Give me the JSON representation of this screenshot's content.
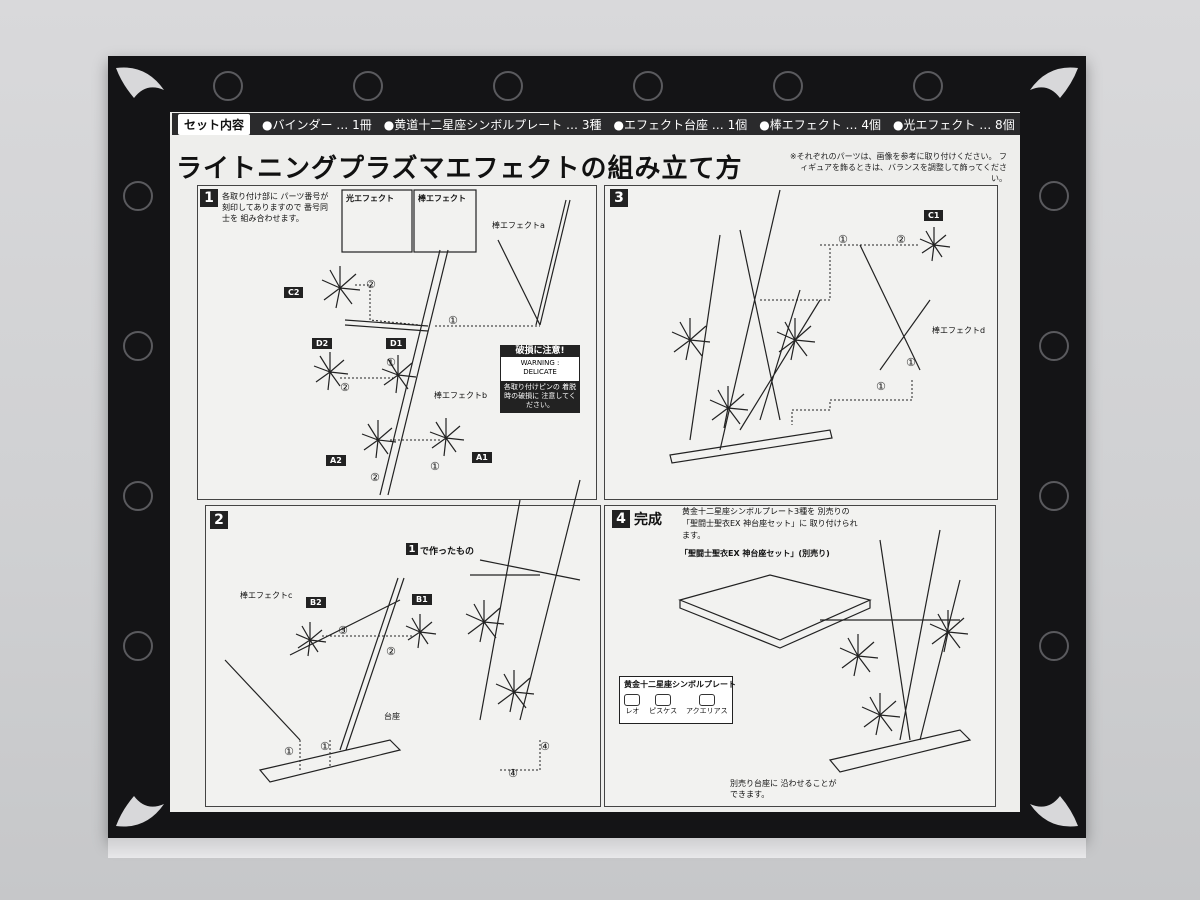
{
  "set_contents": {
    "label": "セット内容",
    "items": "●バインダー … 1冊　●黄道十二星座シンボルプレート … 3種　●エフェクト台座 … 1個　●棒エフェクト … 4個　●光エフェクト … 8個"
  },
  "title": "ライトニングプラズマエフェクトの組み立て方",
  "note": "※それぞれのパーツは、画像を参考に取り付けください。 フィギュアを飾るときは、バランスを調整して飾ってください。",
  "step1": {
    "number": "1",
    "instruction": "各取り付け部に パーツ番号が 刻印してありますので 番号同士を 組み合わせます。",
    "legend_light": "光エフェクト",
    "legend_rod": "棒エフェクト",
    "rod_a": "棒エフェクトa",
    "rod_b": "棒エフェクトb",
    "parts": [
      "C2",
      "D2",
      "D1",
      "A2",
      "A1"
    ],
    "warning_title": "破損に注意!",
    "warning_en": "WARNING : DELICATE",
    "warning_body": "各取り付けピンの 着脱時の破損に 注意してください。"
  },
  "step2": {
    "number": "2",
    "made_in_1": "で作ったもの",
    "made_num": "1",
    "rod_c": "棒エフェクトc",
    "parts": [
      "B2",
      "B1"
    ],
    "base": "台座"
  },
  "step3": {
    "number": "3",
    "rod_d": "棒エフェクトd",
    "parts": [
      "C1"
    ]
  },
  "step4": {
    "number": "4",
    "heading": "完成",
    "text": "黄金十二星座シンボルプレート3種を 別売りの「聖闘士聖衣EX 神台座セット」に 取り付けられます。",
    "stand_label": "「聖闘士聖衣EX 神台座セット」(別売り)",
    "plates_label": "黄金十二星座シンボルプレート",
    "plates": [
      "レオ",
      "ピスケス",
      "アクエリアス"
    ],
    "footer": "別売り台座に 沿わせることができます。"
  },
  "circle_nums": [
    "①",
    "②",
    "③",
    "④"
  ],
  "colors": {
    "box": "#141416",
    "sheet": "#eeeeec",
    "wall": "#cfcfd1"
  }
}
